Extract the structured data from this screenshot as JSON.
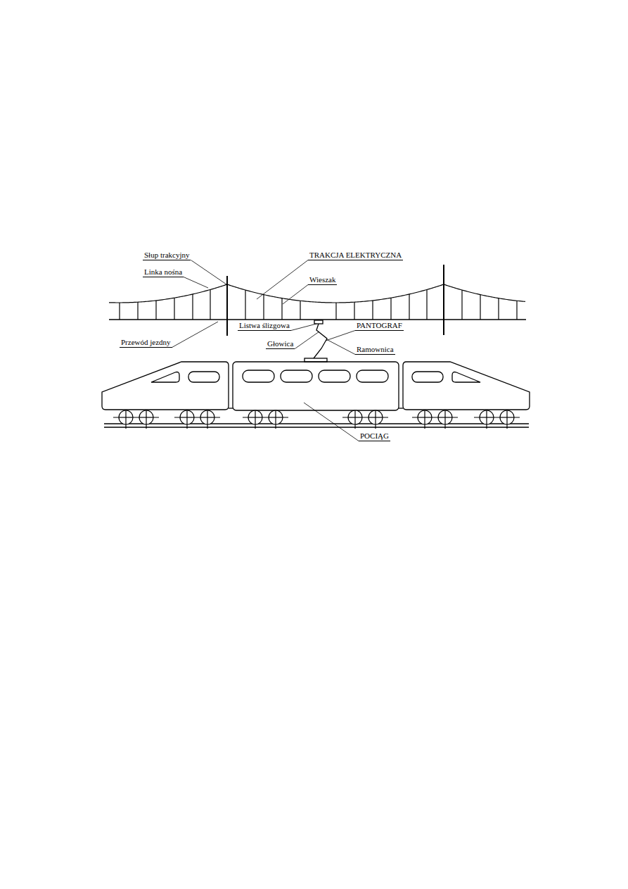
{
  "diagram": {
    "labels": [
      "Słup trakcyjny",
      "Linka nośna",
      "TRAKCJA ELEKTRYCZNA",
      "Wieszak",
      "Listwa ślizgowa",
      "PANTOGRAF",
      "Głowica",
      "Ramownica",
      "Przewód jezdny",
      "POCIĄG"
    ]
  }
}
